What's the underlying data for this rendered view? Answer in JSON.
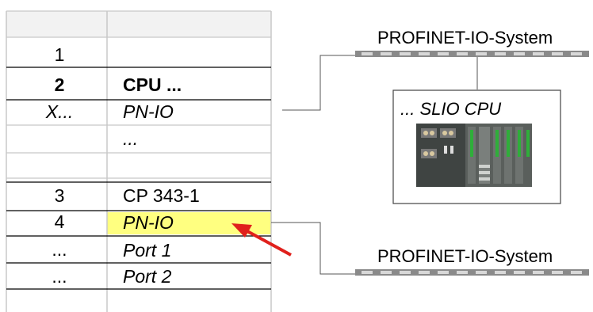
{
  "rack": {
    "rows": [
      {
        "slot": "",
        "module": ""
      },
      {
        "slot": "1",
        "module": ""
      },
      {
        "slot": "2",
        "module": "CPU ..."
      },
      {
        "slot": "X...",
        "module": "PN-IO"
      },
      {
        "slot": "",
        "module": "..."
      },
      {
        "slot": "",
        "module": ""
      },
      {
        "slot": "3",
        "module": "CP 343-1"
      },
      {
        "slot": "4",
        "module": "PN-IO"
      },
      {
        "slot": "...",
        "module": "Port 1"
      },
      {
        "slot": "...",
        "module": "Port 2"
      },
      {
        "slot": "",
        "module": ""
      }
    ],
    "selected_row": 7,
    "highlight_color": "#ffff80"
  },
  "networks": {
    "top_label": "PROFINET-IO-System",
    "bottom_label": "PROFINET-IO-System"
  },
  "device": {
    "name": "... SLIO CPU",
    "icon": "slio-cpu-module-image"
  },
  "annotation": {
    "arrow_color": "#e0201c",
    "icon": "red-arrow-icon"
  }
}
